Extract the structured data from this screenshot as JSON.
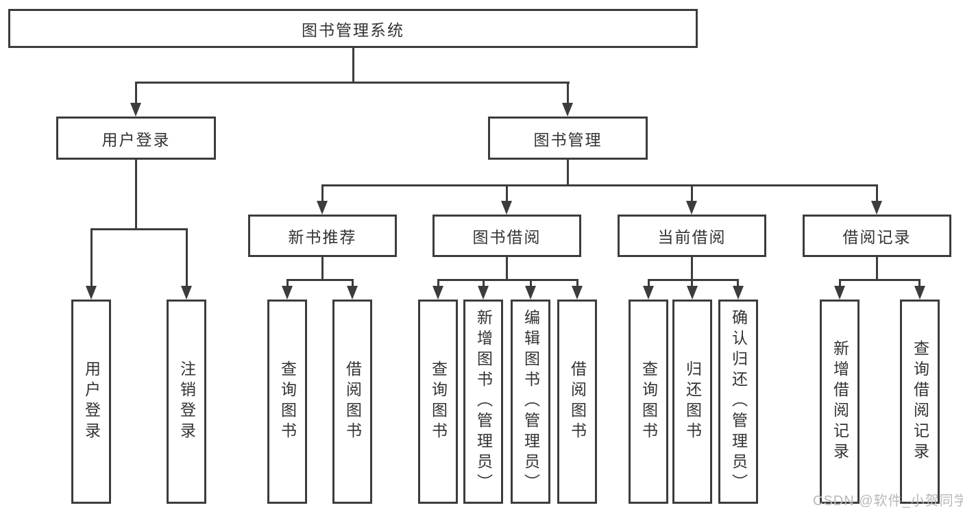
{
  "diagram": {
    "root": "图书管理系统",
    "level2": [
      "用户登录",
      "图书管理"
    ],
    "level3": [
      "新书推荐",
      "图书借阅",
      "当前借阅",
      "借阅记录"
    ],
    "leaves": {
      "user_login": [
        "用户登录",
        "注销登录"
      ],
      "new_book_recommend": [
        "查询图书",
        "借阅图书"
      ],
      "book_borrow": [
        "查询图书",
        "新增图书（管理员）",
        "编辑图书（管理员）",
        "借阅图书"
      ],
      "current_borrow": [
        "查询图书",
        "归还图书",
        "确认归还（管理员）"
      ],
      "borrow_record": [
        "新增借阅记录",
        "查询借阅记录"
      ]
    },
    "colors": {
      "line": "#3c3c3c",
      "text": "#333333",
      "background": "#ffffff",
      "watermark": "#b9b9b9"
    }
  },
  "watermark": "CSDN @软件_小贺同学"
}
